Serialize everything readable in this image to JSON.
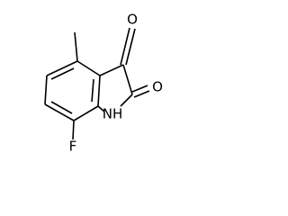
{
  "molecule": {
    "atom_labels": {
      "oxygen_top": "O",
      "oxygen_right": "O",
      "nh": "NH",
      "fluorine": "F"
    }
  },
  "colors": {
    "bond": "#000000",
    "label": "#000000",
    "background": "#ffffff"
  }
}
